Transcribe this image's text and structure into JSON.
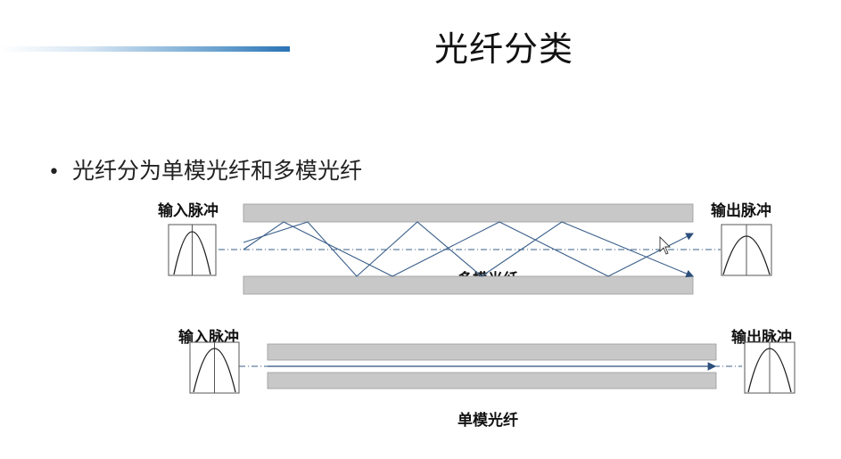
{
  "title": "光纤分类",
  "bullet": "光纤分为单模光纤和多模光纤",
  "multimode": {
    "input_label": "输入脉冲",
    "output_label": "输出脉冲",
    "fiber_label": "多模光纤"
  },
  "singlemode": {
    "input_label": "输入脉冲",
    "output_label": "输出脉冲",
    "fiber_label": "单模光纤"
  },
  "colors": {
    "cladding": "#c8c8c8",
    "ray": "#3a5f8a",
    "axis": "#3a5f8a",
    "title_bar": "#2a73b5"
  }
}
